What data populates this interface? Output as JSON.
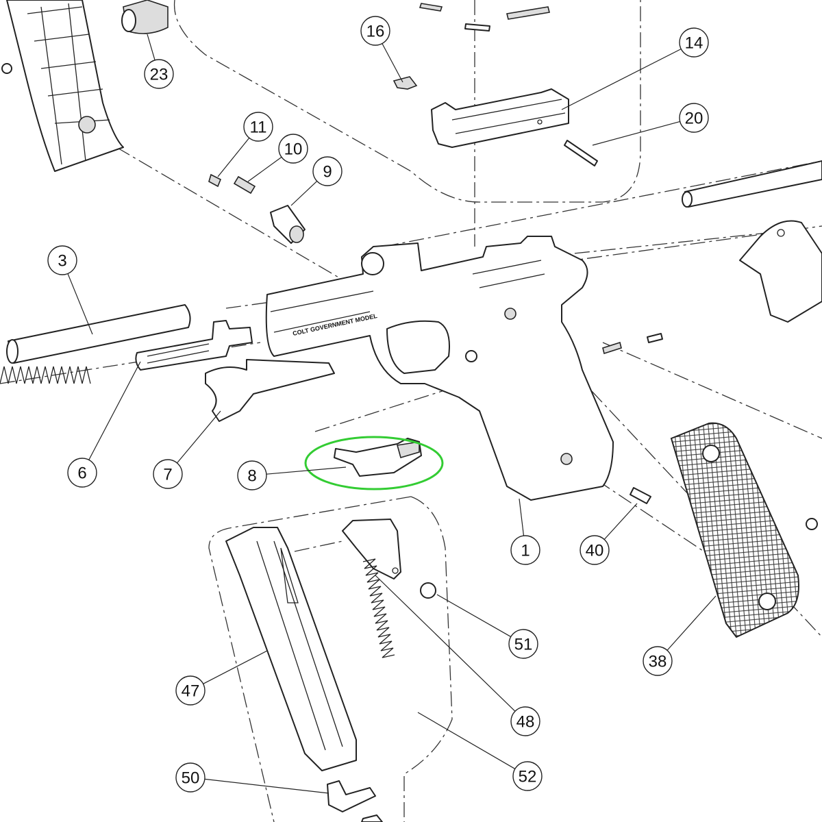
{
  "diagram": {
    "frame_marking": "COLT GOVERNMENT MODEL",
    "highlight_color": "#33cc33",
    "highlighted_part": "8",
    "callouts": [
      "23",
      "16",
      "14",
      "11",
      "10",
      "9",
      "20",
      "3",
      "6",
      "7",
      "8",
      "1",
      "40",
      "38",
      "47",
      "48",
      "51",
      "52",
      "50"
    ]
  }
}
